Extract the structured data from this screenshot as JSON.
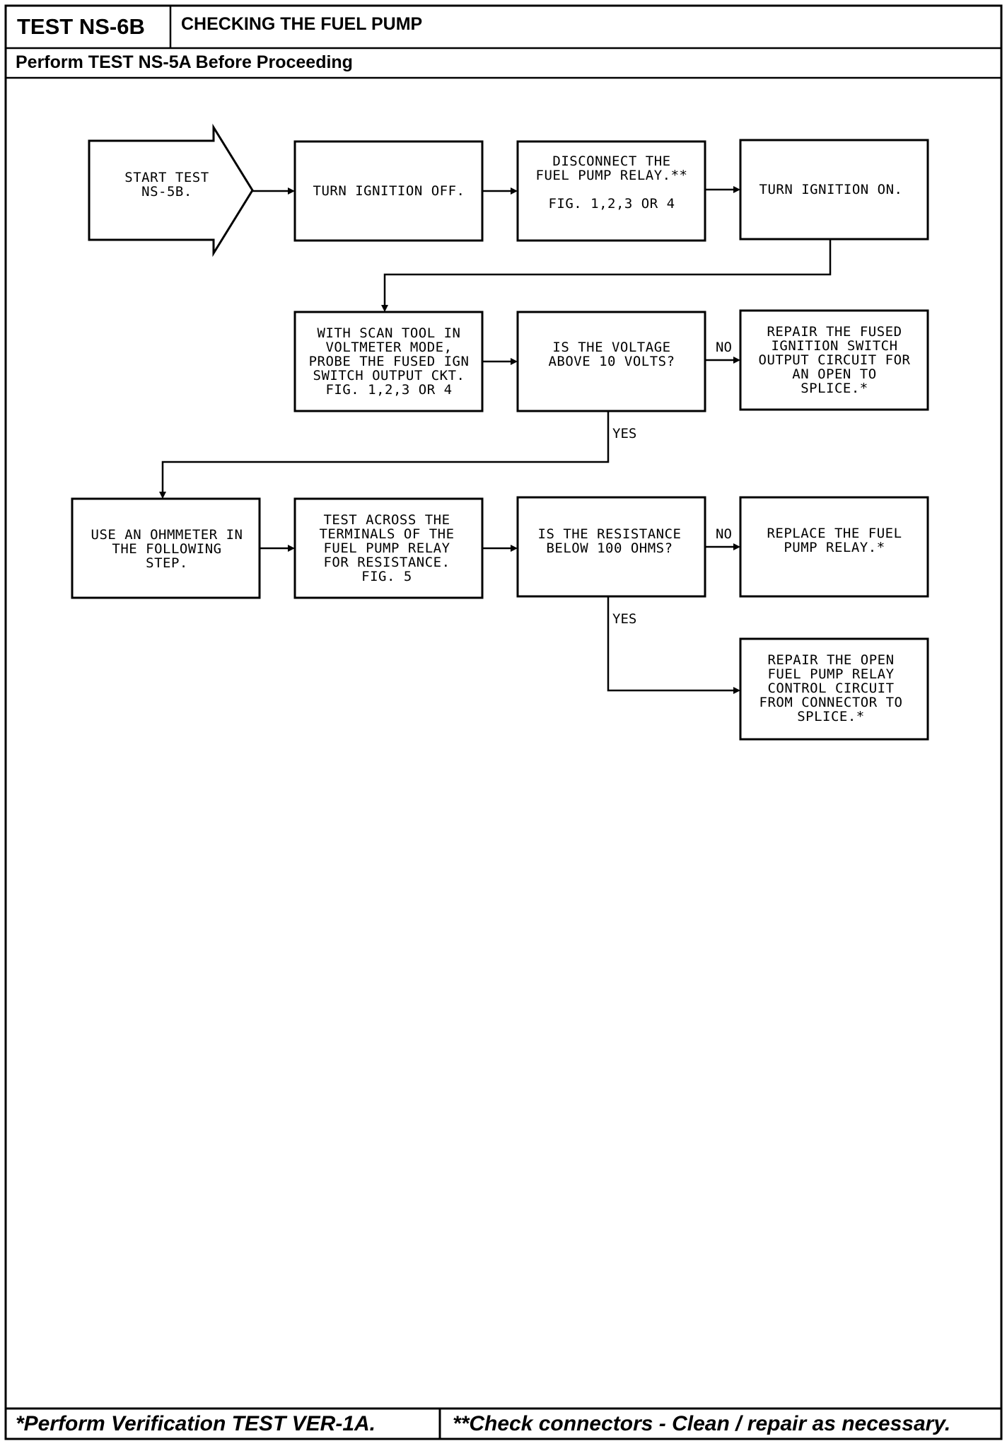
{
  "header": {
    "test_id": "TEST NS-6B",
    "title": "CHECKING THE FUEL PUMP",
    "prerequisite": "Perform TEST NS-5A Before Proceeding"
  },
  "flowchart": {
    "start": [
      "START TEST",
      "NS-5B."
    ],
    "step1": [
      "TURN IGNITION OFF."
    ],
    "step2": [
      "DISCONNECT THE",
      "FUEL PUMP RELAY.**",
      "",
      "FIG. 1,2,3 OR 4"
    ],
    "step3": [
      "TURN IGNITION ON."
    ],
    "step4": [
      "WITH SCAN TOOL IN",
      "VOLTMETER MODE,",
      "PROBE THE FUSED IGN",
      "SWITCH OUTPUT CKT.",
      "FIG. 1,2,3 OR 4"
    ],
    "decision1": [
      "IS THE VOLTAGE",
      "ABOVE 10 VOLTS?"
    ],
    "repair1": [
      "REPAIR THE FUSED",
      "IGNITION SWITCH",
      "OUTPUT CIRCUIT FOR",
      "AN OPEN TO",
      "SPLICE.*"
    ],
    "step5": [
      "USE AN OHMMETER IN",
      "THE FOLLOWING",
      "STEP."
    ],
    "step6": [
      "TEST ACROSS THE",
      "TERMINALS OF THE",
      "FUEL PUMP RELAY",
      "FOR RESISTANCE.",
      "FIG. 5"
    ],
    "decision2": [
      "IS THE RESISTANCE",
      "BELOW 100 OHMS?"
    ],
    "repair2": [
      "REPLACE THE FUEL",
      "PUMP RELAY.*"
    ],
    "repair3": [
      "REPAIR THE OPEN",
      "FUEL PUMP RELAY",
      "CONTROL CIRCUIT",
      "FROM CONNECTOR TO",
      "SPLICE.*"
    ],
    "labels": {
      "no1": "NO",
      "yes1": "YES",
      "no2": "NO",
      "yes2": "YES"
    }
  },
  "footer": {
    "note1": "*Perform Verification TEST VER-1A.",
    "note2": "**Check connectors - Clean / repair as necessary."
  }
}
